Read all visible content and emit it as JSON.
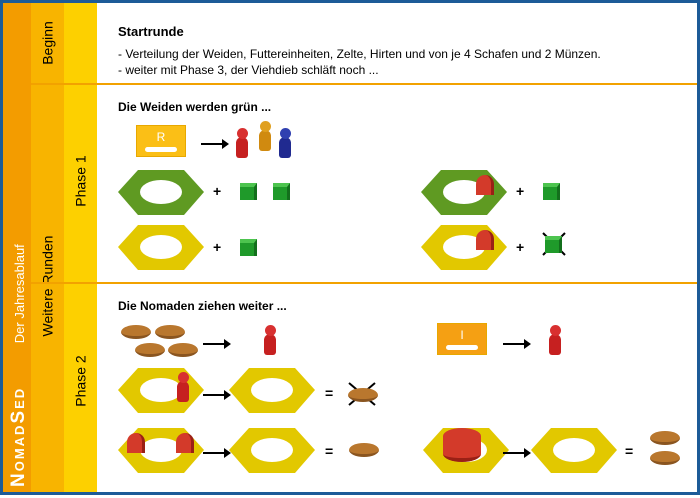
{
  "sidebar": {
    "game_title": "NomadSed",
    "subtitle": "Der Jahresablauf",
    "section_begin": "Beginn",
    "section_rounds": "Weitere Runden",
    "phase1": "Phase 1",
    "phase2": "Phase 2"
  },
  "begin": {
    "title": "Startrunde",
    "lines": [
      "- Verteilung der Weiden, Futtereinheiten, Zelte, Hirten und von je 4 Schafen und 2 Münzen.",
      "- weiter mit Phase 3, der Viehdieb schläft noch ..."
    ]
  },
  "phase1": {
    "title": "Die Weiden werden grün ...",
    "card_letter": "R"
  },
  "phase2": {
    "title": "Die Nomaden ziehen weiter ...",
    "card_letter": "I"
  },
  "symbols": {
    "plus": "+",
    "equals": "="
  },
  "colors": {
    "border": "#1d5b98",
    "col1": "#f39c00",
    "col2": "#f8b400",
    "col3": "#fdd000",
    "green_pasture": "#5f9a22",
    "yellow_pasture": "#e2c800"
  }
}
